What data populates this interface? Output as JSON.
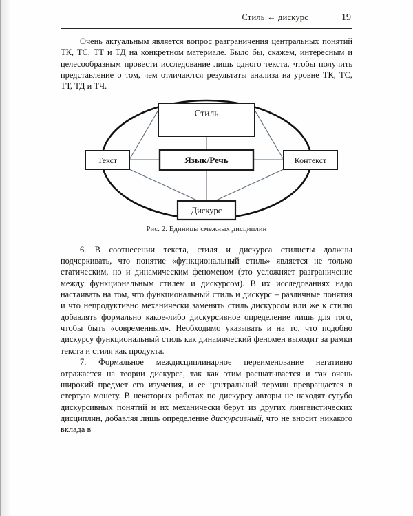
{
  "page": {
    "running_head": "Стиль ↔ дискурс",
    "page_number": "19"
  },
  "paragraphs": {
    "p1": "Очень актуальным является вопрос разграничения центральных понятий ТК, ТС, ТТ и ТД на конкретном материале. Было бы, скажем, интересным и целесообразным провести исследование лишь одного текста, чтобы получить представление о том, чем отличаются результаты анализа на уровне ТК, ТС, ТТ, ТД и ТЧ.",
    "p6": "6. В соотнесении текста, стиля и дискурса стилисты должны подчеркивать, что понятие «функциональный стиль» является не только статическим, но и динамическим феноменом (это усложняет разграничение между функциональным стилем и дискурсом). В их исследованиях надо настаивать на том, что функциональный стиль и дискурс – различные понятия и что непродуктивно механически заменять стиль дискурсом или же к стилю добавлять формально какое-либо дискурсивное определение лишь для того, чтобы быть «современным». Необходимо указывать и на то, что подобно дискурсу функциональный стиль как динамический феномен выходит за рамки текста и стиля как продукта.",
    "p7_part1": "7. Формальное междисциплинарное переименование негативно отражается на теории дискурса, так как этим расшатывается и так очень широкий предмет его изучения, и ее центральный термин превращается в стертую монету. В некоторых работах по дискурсу авторы не находят сугубо дискурсивных понятий и их механически берут из других лингвистических дисциплин, добавляя лишь определение ",
    "p7_italic": "дискурсивный",
    "p7_part2": ", что не вносит никакого вклада в"
  },
  "figure": {
    "caption": "Рис. 2. Единицы смежных дисциплин",
    "nodes": {
      "top": "Стиль",
      "left": "Текст",
      "center": "Язык/Речь",
      "right": "Контекст",
      "bottom": "Дискурс"
    },
    "colors": {
      "box_stroke": "#1b1b1b",
      "ellipse_stroke": "#111111",
      "connector": "#5b6b78"
    }
  }
}
